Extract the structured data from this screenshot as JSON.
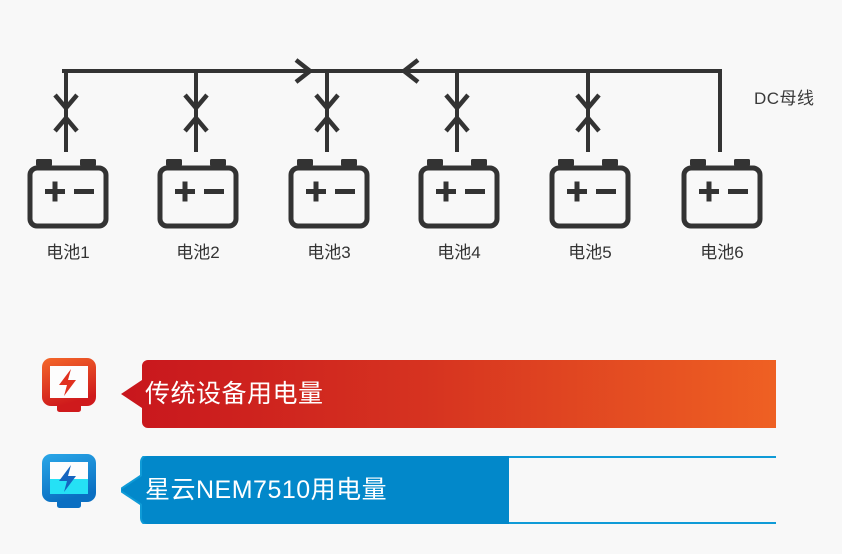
{
  "background_color": "#f8f8f8",
  "diagram": {
    "name": "dc-bus-battery-diagram",
    "bus_label": "DC母线",
    "line_color": "#333333",
    "batteries": [
      {
        "label": "电池1",
        "has_arrows": true
      },
      {
        "label": "电池2",
        "has_arrows": true
      },
      {
        "label": "电池3",
        "has_arrows": true
      },
      {
        "label": "电池4",
        "has_arrows": true
      },
      {
        "label": "电池5",
        "has_arrows": true
      },
      {
        "label": "电池6",
        "has_arrows": false
      }
    ],
    "bus_arrow_left": "arrow-right-icon",
    "bus_arrow_right": "arrow-left-icon",
    "branch_icons": [
      "arrow-down-icon",
      "arrow-up-icon"
    ]
  },
  "comparison": {
    "name": "power-consumption-comparison",
    "rows": [
      {
        "key": "traditional",
        "label": "传统设备用电量",
        "icon": "power-meter-icon",
        "fill_percent": 100,
        "color_start": "#c8161d",
        "color_end": "#f06323",
        "icon_border_start": "#f4682a",
        "icon_border_end": "#cf1a1c",
        "icon_bolt_color": "#e0301e"
      },
      {
        "key": "nebula-nem7510",
        "label": "星云NEM7510用电量",
        "icon": "power-meter-saving-icon",
        "fill_percent": 56,
        "color_start": "#0288ca",
        "color_end": "#0288ca",
        "icon_border_start": "#2aa7e8",
        "icon_border_end": "#0a6fc2",
        "icon_bolt_color": "#1565c0",
        "icon_level_color": "#25e1f5",
        "hollow_fill": "#f8f8f8",
        "hollow_border": "#0f9bd7"
      }
    ]
  }
}
